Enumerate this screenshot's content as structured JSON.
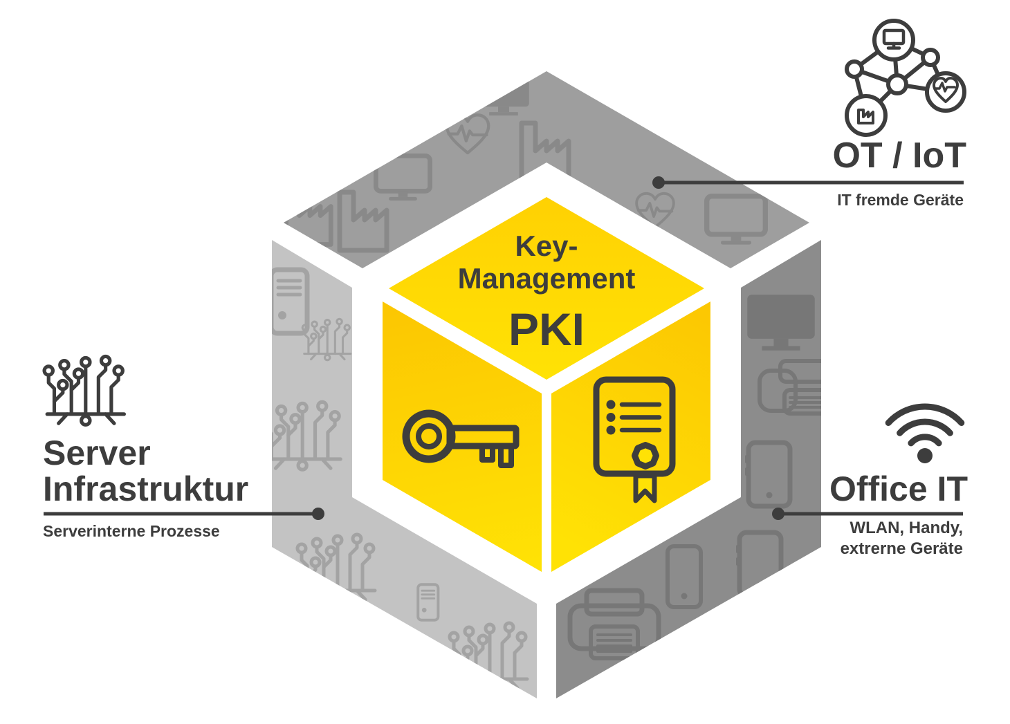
{
  "colors": {
    "background": "#ffffff",
    "ink": "#3d3d3d",
    "yellow_bright": "#ffe205",
    "yellow_mid": "#ffd103",
    "yellow_deep": "#fcc702",
    "band_top": "#9e9e9e",
    "band_left": "#c3c3c3",
    "band_right": "#8c8c8c",
    "icon_top": "#898989",
    "icon_left": "#a3a3a3",
    "icon_right": "#777777"
  },
  "cube": {
    "line1": "Key-",
    "line2": "Management",
    "line3": "PKI",
    "left_face_icon": "key-icon",
    "right_face_icon": "certificate-icon"
  },
  "callouts": {
    "ot_iot": {
      "title": "OT / IoT",
      "subtitle": "IT fremde Geräte",
      "icon": "connected-devices-network-icon"
    },
    "server": {
      "title_line1": "Server",
      "title_line2": "Infrastruktur",
      "subtitle": "Serverinterne Prozesse",
      "icon": "circuit-tree-icon"
    },
    "office_it": {
      "title": "Office IT",
      "subtitle_line1": "WLAN, Handy,",
      "subtitle_line2": "extrerne Geräte",
      "icon": "wifi-icon"
    }
  },
  "segments": {
    "top": {
      "label": "OT / IoT segment",
      "pattern_icons": [
        "factory-icon",
        "monitor-icon",
        "heart-pulse-icon"
      ]
    },
    "left": {
      "label": "Server Infrastruktur segment",
      "pattern_icons": [
        "server-tower-icon",
        "circuit-tree-icon"
      ]
    },
    "right": {
      "label": "Office IT segment",
      "pattern_icons": [
        "monitor-icon",
        "chat-bubbles-icon",
        "tablet-icon",
        "smartphone-icon",
        "printer-icon"
      ]
    }
  }
}
